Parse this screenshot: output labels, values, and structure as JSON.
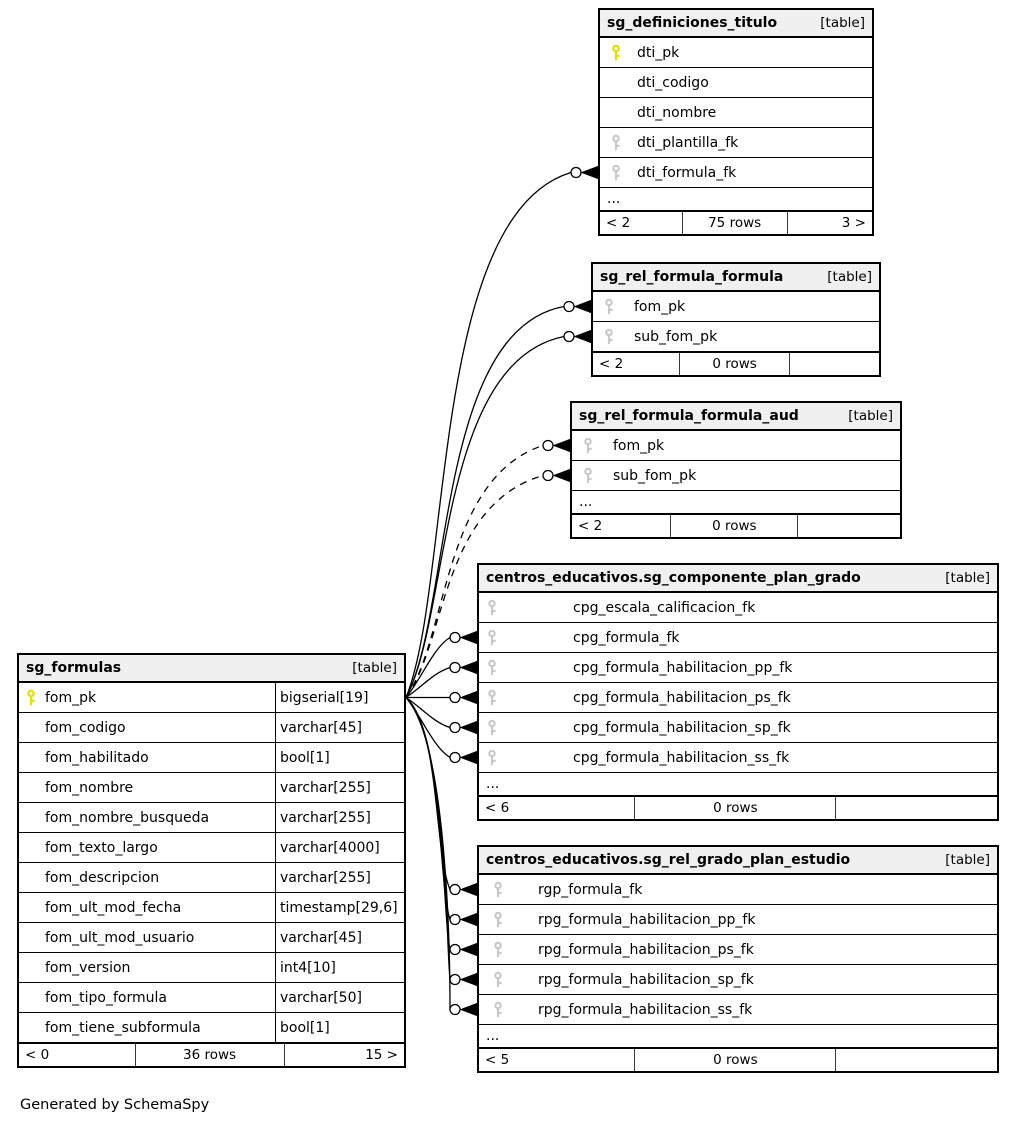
{
  "generated_note": "Generated by SchemaSpy",
  "colors": {
    "header_bg": "#f0f0f0",
    "primary_key": "#e0e000",
    "foreign_key": "#c9c9c9",
    "line": "#000000"
  },
  "icons": {
    "primary_key": "key-icon-yellow",
    "foreign_key": "key-icon-gray"
  },
  "tables": [
    {
      "name": "sg_definiciones_titulo",
      "tag": "[table]",
      "columns": [
        {
          "key": "pk",
          "name": "dti_pk"
        },
        {
          "key": "",
          "name": "dti_codigo"
        },
        {
          "key": "",
          "name": "dti_nombre"
        },
        {
          "key": "fk",
          "name": "dti_plantilla_fk"
        },
        {
          "key": "fk",
          "name": "dti_formula_fk"
        }
      ],
      "ellipsis": "...",
      "footer": {
        "parents": "< 2",
        "rows": "75 rows",
        "children": "3 >"
      }
    },
    {
      "name": "sg_rel_formula_formula",
      "tag": "[table]",
      "columns": [
        {
          "key": "fk",
          "name": "fom_pk"
        },
        {
          "key": "fk",
          "name": "sub_fom_pk"
        }
      ],
      "footer": {
        "parents": "< 2",
        "rows": "0 rows",
        "children": ""
      }
    },
    {
      "name": "sg_rel_formula_formula_aud",
      "tag": "[table]",
      "columns": [
        {
          "key": "fk",
          "name": "fom_pk"
        },
        {
          "key": "fk",
          "name": "sub_fom_pk"
        }
      ],
      "ellipsis": "...",
      "footer": {
        "parents": "< 2",
        "rows": "0 rows",
        "children": ""
      }
    },
    {
      "name": "centros_educativos.sg_componente_plan_grado",
      "tag": "[table]",
      "columns": [
        {
          "key": "fk",
          "name": "cpg_escala_calificacion_fk"
        },
        {
          "key": "fk",
          "name": "cpg_formula_fk"
        },
        {
          "key": "fk",
          "name": "cpg_formula_habilitacion_pp_fk"
        },
        {
          "key": "fk",
          "name": "cpg_formula_habilitacion_ps_fk"
        },
        {
          "key": "fk",
          "name": "cpg_formula_habilitacion_sp_fk"
        },
        {
          "key": "fk",
          "name": "cpg_formula_habilitacion_ss_fk"
        }
      ],
      "ellipsis": "...",
      "footer": {
        "parents": "< 6",
        "rows": "0 rows",
        "children": ""
      }
    },
    {
      "name": "centros_educativos.sg_rel_grado_plan_estudio",
      "tag": "[table]",
      "columns": [
        {
          "key": "fk",
          "name": "rgp_formula_fk"
        },
        {
          "key": "fk",
          "name": "rpg_formula_habilitacion_pp_fk"
        },
        {
          "key": "fk",
          "name": "rpg_formula_habilitacion_ps_fk"
        },
        {
          "key": "fk",
          "name": "rpg_formula_habilitacion_sp_fk"
        },
        {
          "key": "fk",
          "name": "rpg_formula_habilitacion_ss_fk"
        }
      ],
      "ellipsis": "...",
      "footer": {
        "parents": "< 5",
        "rows": "0 rows",
        "children": ""
      }
    },
    {
      "name": "sg_formulas",
      "tag": "[table]",
      "columns": [
        {
          "key": "pk",
          "name": "fom_pk",
          "type": "bigserial[19]"
        },
        {
          "key": "",
          "name": "fom_codigo",
          "type": "varchar[45]"
        },
        {
          "key": "",
          "name": "fom_habilitado",
          "type": "bool[1]"
        },
        {
          "key": "",
          "name": "fom_nombre",
          "type": "varchar[255]"
        },
        {
          "key": "",
          "name": "fom_nombre_busqueda",
          "type": "varchar[255]"
        },
        {
          "key": "",
          "name": "fom_texto_largo",
          "type": "varchar[4000]"
        },
        {
          "key": "",
          "name": "fom_descripcion",
          "type": "varchar[255]"
        },
        {
          "key": "",
          "name": "fom_ult_mod_fecha",
          "type": "timestamp[29,6]"
        },
        {
          "key": "",
          "name": "fom_ult_mod_usuario",
          "type": "varchar[45]"
        },
        {
          "key": "",
          "name": "fom_version",
          "type": "int4[10]"
        },
        {
          "key": "",
          "name": "fom_tipo_formula",
          "type": "varchar[50]"
        },
        {
          "key": "",
          "name": "fom_tiene_subformula",
          "type": "bool[1]"
        }
      ],
      "footer": {
        "parents": "< 0",
        "rows": "36 rows",
        "children": "15 >"
      }
    }
  ],
  "relationships": [
    {
      "pk": "sg_formulas.fom_pk",
      "fk": "sg_definiciones_titulo.dti_formula_fk",
      "style": "solid"
    },
    {
      "pk": "sg_formulas.fom_pk",
      "fk": "sg_rel_formula_formula.fom_pk",
      "style": "solid"
    },
    {
      "pk": "sg_formulas.fom_pk",
      "fk": "sg_rel_formula_formula.sub_fom_pk",
      "style": "solid"
    },
    {
      "pk": "sg_formulas.fom_pk",
      "fk": "sg_rel_formula_formula_aud.fom_pk",
      "style": "dashed"
    },
    {
      "pk": "sg_formulas.fom_pk",
      "fk": "sg_rel_formula_formula_aud.sub_fom_pk",
      "style": "dashed"
    },
    {
      "pk": "sg_formulas.fom_pk",
      "fk": "centros_educativos.sg_componente_plan_grado.cpg_formula_fk",
      "style": "solid"
    },
    {
      "pk": "sg_formulas.fom_pk",
      "fk": "centros_educativos.sg_componente_plan_grado.cpg_formula_habilitacion_pp_fk",
      "style": "solid"
    },
    {
      "pk": "sg_formulas.fom_pk",
      "fk": "centros_educativos.sg_componente_plan_grado.cpg_formula_habilitacion_ps_fk",
      "style": "solid"
    },
    {
      "pk": "sg_formulas.fom_pk",
      "fk": "centros_educativos.sg_componente_plan_grado.cpg_formula_habilitacion_sp_fk",
      "style": "solid"
    },
    {
      "pk": "sg_formulas.fom_pk",
      "fk": "centros_educativos.sg_componente_plan_grado.cpg_formula_habilitacion_ss_fk",
      "style": "solid"
    },
    {
      "pk": "sg_formulas.fom_pk",
      "fk": "centros_educativos.sg_rel_grado_plan_estudio.rgp_formula_fk",
      "style": "solid"
    },
    {
      "pk": "sg_formulas.fom_pk",
      "fk": "centros_educativos.sg_rel_grado_plan_estudio.rpg_formula_habilitacion_pp_fk",
      "style": "solid"
    },
    {
      "pk": "sg_formulas.fom_pk",
      "fk": "centros_educativos.sg_rel_grado_plan_estudio.rpg_formula_habilitacion_ps_fk",
      "style": "solid"
    },
    {
      "pk": "sg_formulas.fom_pk",
      "fk": "centros_educativos.sg_rel_grado_plan_estudio.rpg_formula_habilitacion_sp_fk",
      "style": "solid"
    },
    {
      "pk": "sg_formulas.fom_pk",
      "fk": "centros_educativos.sg_rel_grado_plan_estudio.rpg_formula_habilitacion_ss_fk",
      "style": "solid"
    }
  ]
}
